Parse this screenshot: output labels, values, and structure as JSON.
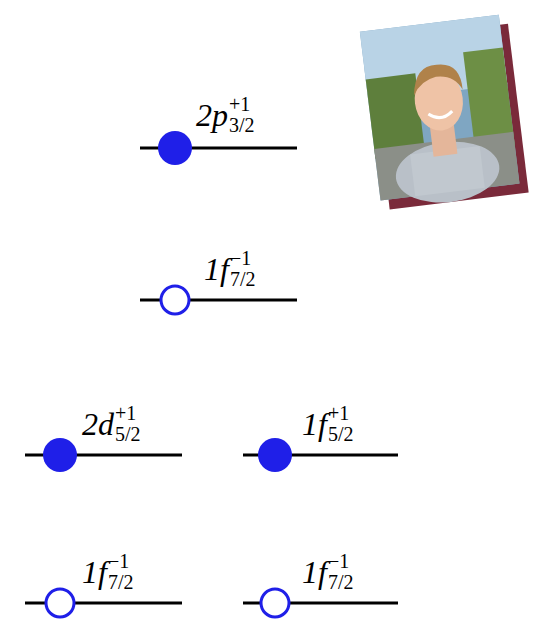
{
  "diagram": {
    "labels": [
      "2p",
      "3/2",
      "+1",
      "1f",
      "7/2",
      "−1",
      "2d",
      "5/2",
      "+1",
      "1f",
      "5/2",
      "+1",
      "1f",
      "7/2",
      "−1",
      "1f",
      "7/2",
      "−1"
    ]
  }
}
